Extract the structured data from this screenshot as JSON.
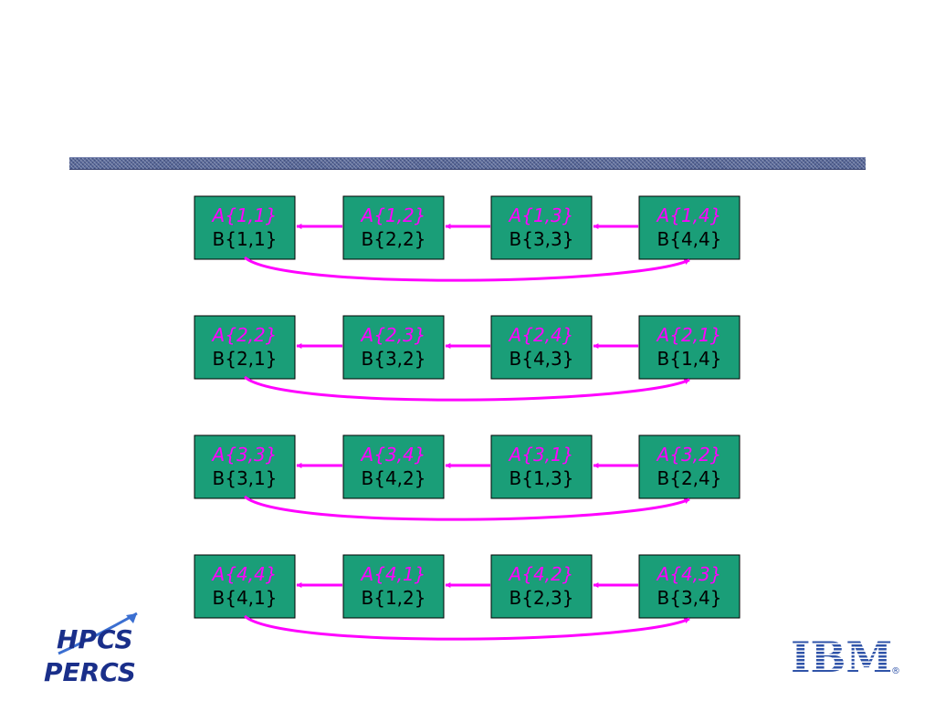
{
  "colors": {
    "cell_fill": "#1a9e78",
    "cell_border": "#000000",
    "a_text": "#ff00ff",
    "b_text": "#000000",
    "arrow": "#ff00ff",
    "bar": "#5a6a9a",
    "hpcs_logo": "#1a2f8a",
    "ibm_logo": "#2f53a8"
  },
  "rows": [
    {
      "cells": [
        {
          "a": "A{1,1}",
          "b": "B{1,1}"
        },
        {
          "a": "A{1,2}",
          "b": "B{2,2}"
        },
        {
          "a": "A{1,3}",
          "b": "B{3,3}"
        },
        {
          "a": "A{1,4}",
          "b": "B{4,4}"
        }
      ]
    },
    {
      "cells": [
        {
          "a": "A{2,2}",
          "b": "B{2,1}"
        },
        {
          "a": "A{2,3}",
          "b": "B{3,2}"
        },
        {
          "a": "A{2,4}",
          "b": "B{4,3}"
        },
        {
          "a": "A{2,1}",
          "b": "B{1,4}"
        }
      ]
    },
    {
      "cells": [
        {
          "a": "A{3,3}",
          "b": "B{3,1}"
        },
        {
          "a": "A{3,4}",
          "b": "B{4,2}"
        },
        {
          "a": "A{3,1}",
          "b": "B{1,3}"
        },
        {
          "a": "A{3,2}",
          "b": "B{2,4}"
        }
      ]
    },
    {
      "cells": [
        {
          "a": "A{4,4}",
          "b": "B{4,1}"
        },
        {
          "a": "A{4,1}",
          "b": "B{1,2}"
        },
        {
          "a": "A{4,2}",
          "b": "B{2,3}"
        },
        {
          "a": "A{4,3}",
          "b": "B{3,4}"
        }
      ]
    }
  ],
  "logos": {
    "left_top": "HPCS",
    "left_bottom": "PERCS",
    "right": "IBM",
    "right_mark": "®"
  }
}
